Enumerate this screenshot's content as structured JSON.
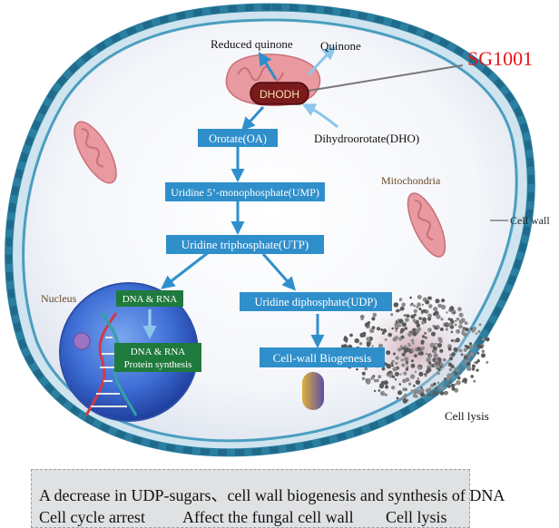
{
  "labels": {
    "reduced_quinone": "Reduced quinone",
    "quinone": "Quinone",
    "dhodh": "DHODH",
    "drug": "SG1001",
    "dho": "Dihydroorotate(DHO)",
    "orotate": "Orotate(OA)",
    "ump": "Uridine  5’-monophosphate(UMP)",
    "utp": "Uridine triphosphate(UTP)",
    "dna_rna": "DNA & RNA",
    "dna_rna_synth_1": "DNA & RNA",
    "dna_rna_synth_2": "Protein synthesis",
    "udp": "Uridine diphosphate(UDP)",
    "cell_wall_biogenesis": "Cell-wall Biogenesis",
    "nucleus": "Nucleus",
    "mitochondria": "Mitochondria",
    "cell_wall": "Cell wall",
    "cell_lysis": "Cell lysis"
  },
  "summary": {
    "line1": "A decrease in UDP-sugars、cell wall biogenesis and synthesis of DNA",
    "effects": [
      "Cell cycle arrest",
      "Affect the fungal cell wall",
      "Cell lysis"
    ]
  },
  "colors": {
    "drug": "#e8141b",
    "box_fill": "#2f8fcb",
    "nucleus_box": "#1f7a3e",
    "membrane": "#2b7fa0",
    "mito": "#e89aa0"
  }
}
